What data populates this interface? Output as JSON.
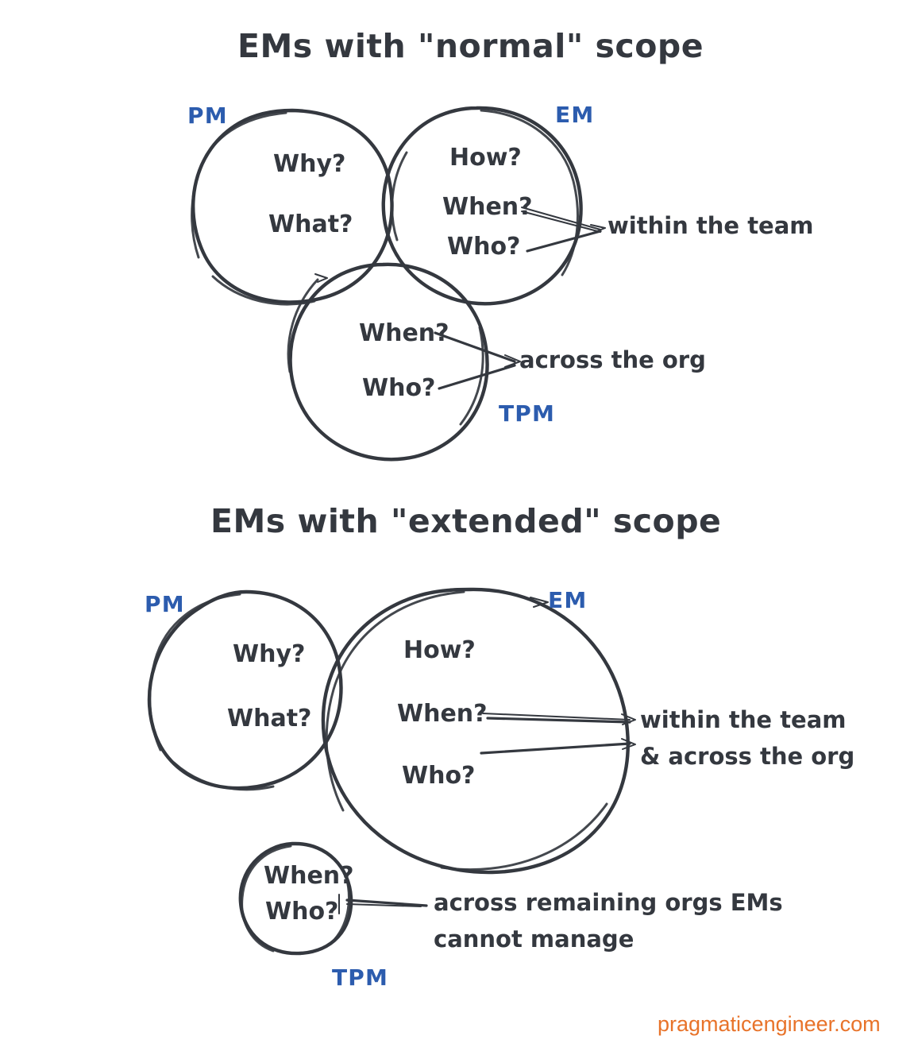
{
  "page": {
    "background": "#ffffff",
    "ink_color": "#34383f",
    "role_color": "#2c5cae",
    "watermark_color": "#e8732a"
  },
  "watermark": {
    "text": "pragmaticengineer.com"
  },
  "diagrams": [
    {
      "id": "normal-scope",
      "title": "EMs with \"normal\" scope",
      "circles": [
        {
          "role": "PM",
          "role_label": "PM",
          "items": [
            "Why?",
            "What?"
          ]
        },
        {
          "role": "EM",
          "role_label": "EM",
          "items": [
            "How?",
            "When?",
            "Who?"
          ]
        },
        {
          "role": "TPM",
          "role_label": "TPM",
          "items": [
            "When?",
            "Who?"
          ]
        }
      ],
      "annotations": [
        {
          "id": "em-scope",
          "lines": [
            "within the team"
          ]
        },
        {
          "id": "tpm-scope",
          "lines": [
            "across the org"
          ]
        }
      ]
    },
    {
      "id": "extended-scope",
      "title": "EMs with \"extended\" scope",
      "circles": [
        {
          "role": "PM",
          "role_label": "PM",
          "items": [
            "Why?",
            "What?"
          ]
        },
        {
          "role": "EM",
          "role_label": "EM",
          "items": [
            "How?",
            "When?",
            "Who?"
          ]
        },
        {
          "role": "TPM",
          "role_label": "TPM",
          "items": [
            "When?",
            "Who?"
          ]
        }
      ],
      "annotations": [
        {
          "id": "em-scope",
          "lines": [
            "within the team",
            "& across the org"
          ]
        },
        {
          "id": "tpm-scope",
          "lines": [
            "across remaining orgs EMs",
            "cannot manage"
          ]
        }
      ]
    }
  ]
}
